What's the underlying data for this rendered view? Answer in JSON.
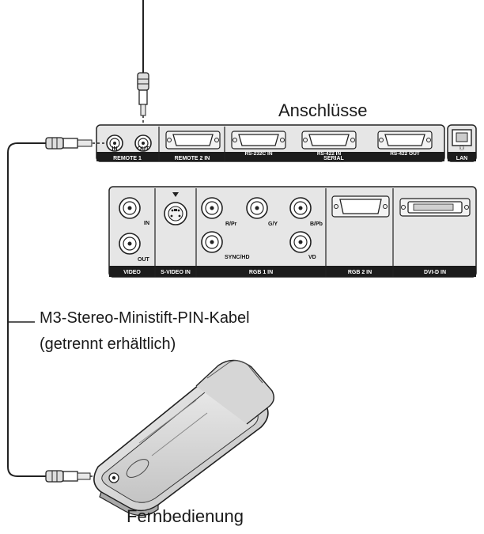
{
  "labels": {
    "connections_title": "Anschlüsse",
    "cable_line1": "M3-Stereo-Ministift-PIN-Kabel",
    "cable_line2": "(getrennt erhältlich)",
    "remote_caption": "Fernbedienung"
  },
  "panel_top": {
    "remote1": {
      "in": "IN",
      "out": "OUT",
      "strip": "REMOTE 1"
    },
    "remote2": {
      "strip": "REMOTE 2 IN"
    },
    "serial": {
      "rs232c": "RS-232C IN",
      "rs422in": "RS-422 IN",
      "rs422out": "RS-422 OUT",
      "strip": "SERIAL"
    },
    "lan": {
      "strip": "LAN"
    }
  },
  "panel_bottom": {
    "video": {
      "in": "IN",
      "out": "OUT",
      "strip": "VIDEO"
    },
    "svideo": {
      "strip": "S-VIDEO IN"
    },
    "rgb1": {
      "rpr": "R/Pr",
      "gy": "G/Y",
      "bpb": "B/Pb",
      "synchd": "SYNC/HD",
      "vd": "VD",
      "strip": "RGB 1 IN"
    },
    "rgb2": {
      "strip": "RGB 2 IN"
    },
    "dvid": {
      "strip": "DVI-D IN"
    }
  },
  "colors": {
    "ink": "#1a1a1a",
    "panel": "#e6e6e6",
    "strip": "#1c1c1c",
    "remote_body": "#dcdcdc"
  }
}
